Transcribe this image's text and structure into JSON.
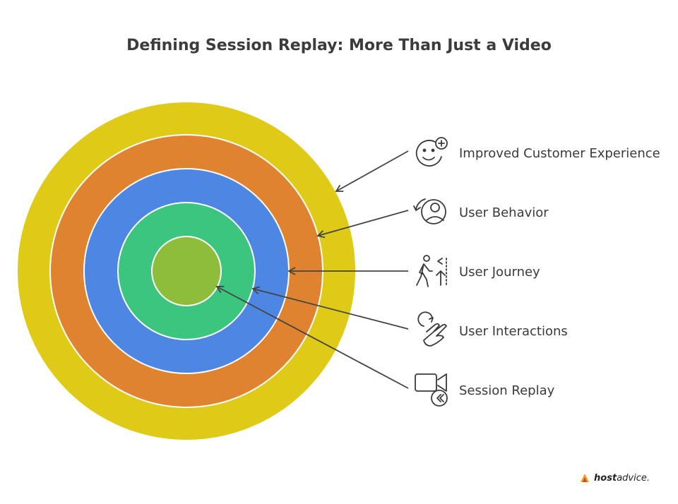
{
  "title": "Defining Session Replay: More Than Just a Video",
  "rings": [
    {
      "label": "Improved Customer Experience",
      "icon": "smile-plus-icon",
      "color": "#DFCB17"
    },
    {
      "label": "User Behavior",
      "icon": "user-refresh-icon",
      "color": "#E08330"
    },
    {
      "label": "User Journey",
      "icon": "walking-person-icon",
      "color": "#4E86E4"
    },
    {
      "label": "User Interactions",
      "icon": "hand-gesture-icon",
      "color": "#3CC57F"
    },
    {
      "label": "Session Replay",
      "icon": "video-rewind-icon",
      "color": "#8EBD3B"
    }
  ],
  "brand": {
    "bold": "host",
    "rest": "advice."
  }
}
